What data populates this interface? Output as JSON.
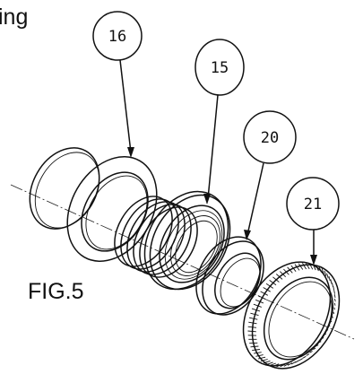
{
  "corner_text": "ing",
  "figure_label": "FIG.5",
  "callouts": [
    {
      "id": "callout-16",
      "label": "16",
      "part": "seal disc"
    },
    {
      "id": "callout-15",
      "label": "15",
      "part": "threaded body"
    },
    {
      "id": "callout-20",
      "label": "20",
      "part": "washer"
    },
    {
      "id": "callout-21",
      "label": "21",
      "part": "knurled nut"
    }
  ],
  "colors": {
    "ink": "#111111",
    "background": "#ffffff"
  }
}
